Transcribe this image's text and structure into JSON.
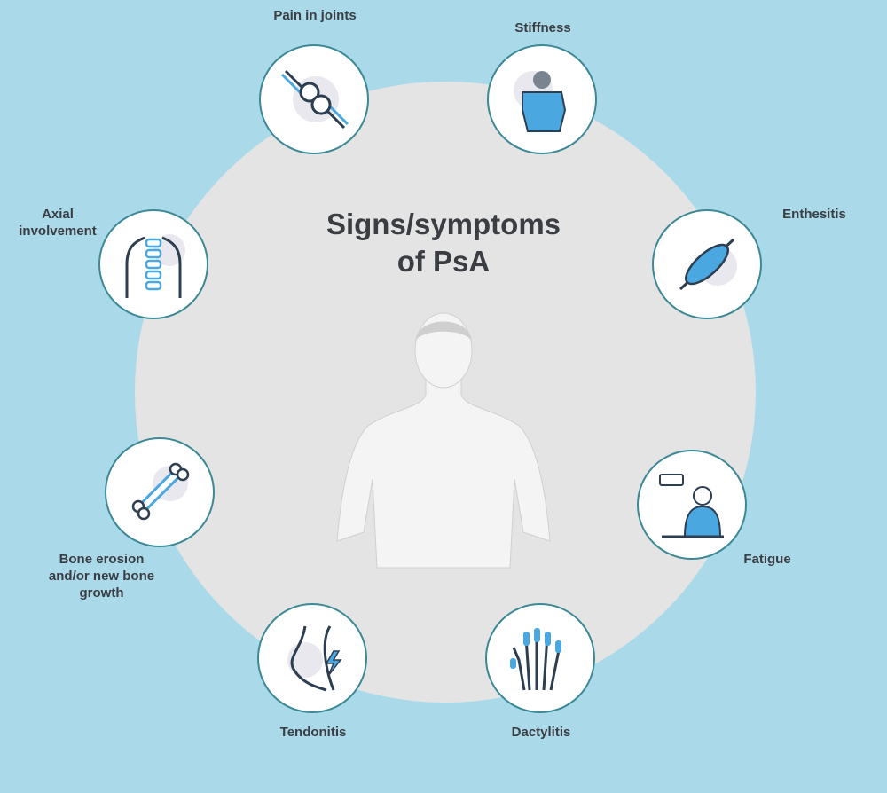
{
  "title_line1": "Signs/symptoms",
  "title_line2": "of PsA",
  "symptoms": [
    {
      "label": "Pain in joints",
      "icon": "joint-pain-icon"
    },
    {
      "label": "Stiffness",
      "icon": "back-stiffness-icon"
    },
    {
      "label": "Enthesitis",
      "icon": "muscle-icon"
    },
    {
      "label": "Fatigue",
      "icon": "tired-person-icon"
    },
    {
      "label": "Dactylitis",
      "icon": "swollen-hand-icon"
    },
    {
      "label": "Tendonitis",
      "icon": "foot-tendon-icon"
    },
    {
      "label": "Bone erosion and/or new bone growth",
      "icon": "bone-icon"
    },
    {
      "label": "Axial involvement",
      "icon": "spine-icon"
    }
  ],
  "colors": {
    "background": "#aad9ea",
    "circle": "#e4e4e4",
    "accent": "#4aa7e0",
    "border": "#3c8995",
    "text": "#3a3d42"
  }
}
